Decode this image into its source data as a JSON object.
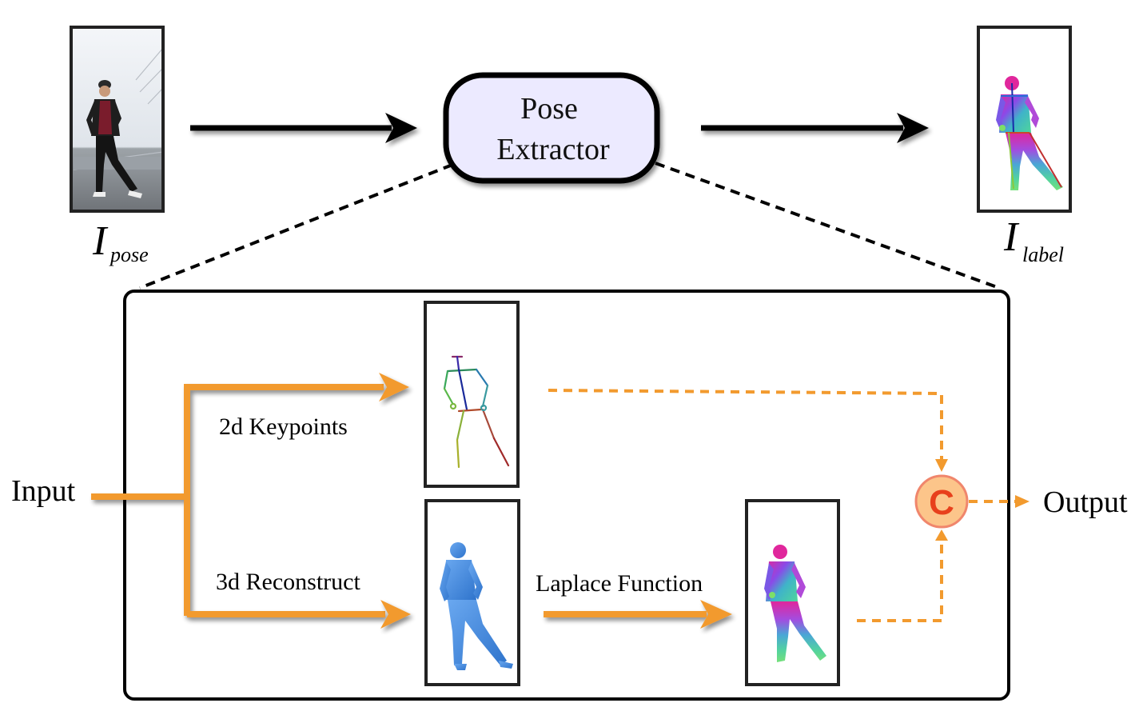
{
  "top": {
    "pose_extractor_line1": "Pose",
    "pose_extractor_line2": "Extractor",
    "input_symbol": "I",
    "input_subscript": "pose",
    "output_symbol": "I",
    "output_subscript": "label"
  },
  "detail": {
    "input_label": "Input",
    "output_label": "Output",
    "keypoints_label": "2d Keypoints",
    "reconstruct_label": "3d Reconstruct",
    "laplace_label": "Laplace Function",
    "concat_symbol": "C"
  },
  "colors": {
    "orange": "#f29a2e",
    "concat_fill": "#fcc58a",
    "concat_stroke": "#f0866c",
    "concat_text": "#e8401c",
    "extractor_fill": "#eceaff",
    "mesh_blue": "#4a8fe0"
  }
}
